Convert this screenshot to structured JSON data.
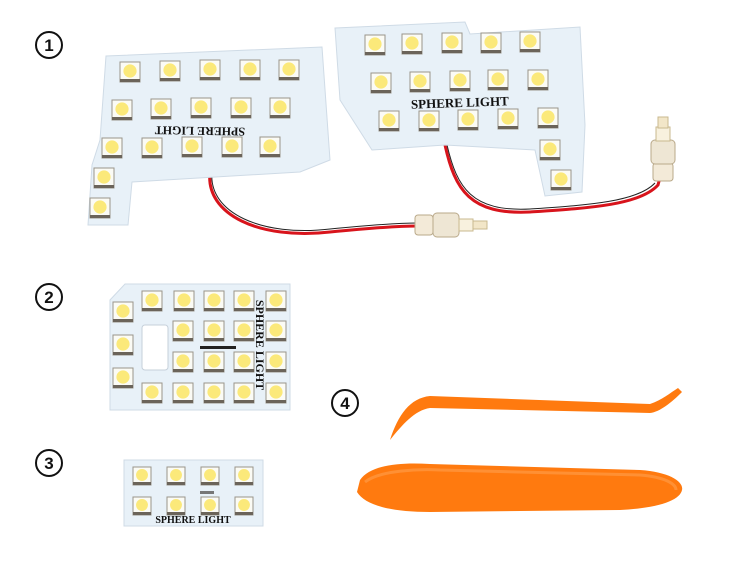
{
  "items": [
    {
      "label": "1",
      "brand_text": [
        "SPHERE LIGHT",
        "SPHERE LIGHT"
      ]
    },
    {
      "label": "2",
      "brand_text": "SPHERE LIGHT"
    },
    {
      "label": "3",
      "brand_text": "SPHERE LIGHT"
    },
    {
      "label": "4"
    }
  ],
  "colors": {
    "board": "#e8f1f8",
    "led_yellow": "#fbe97a",
    "wire": "#d8141c",
    "tool_orange": "#ff7a0f"
  }
}
